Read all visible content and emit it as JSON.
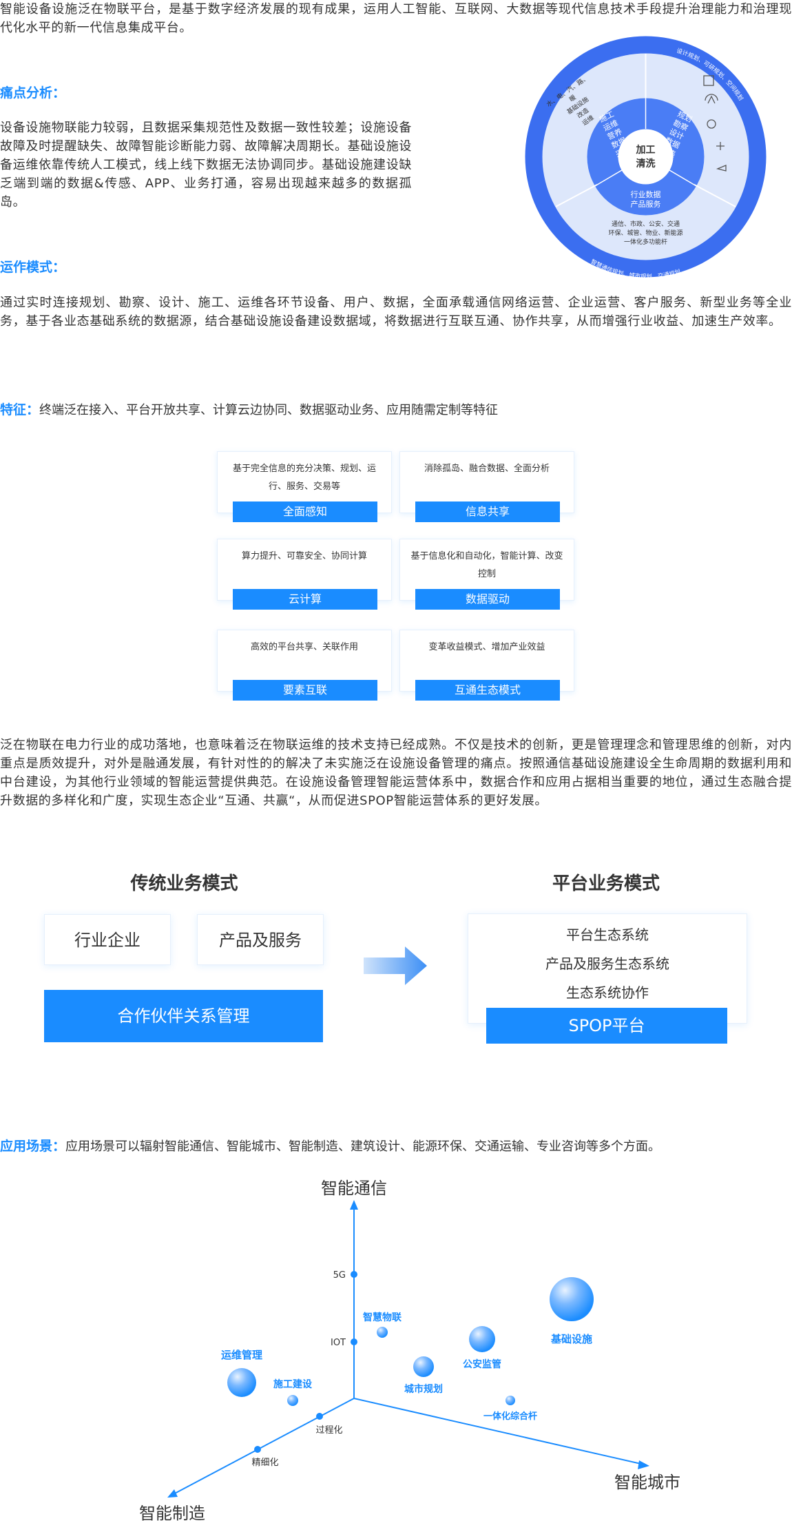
{
  "intro": {
    "text": "智能设备设施泛在物联平台，是基于数字经济发展的现有成果，运用人工智能、互联网、大数据等现代信息技术手段提升治理能力和治理现代化水平的新一代信息集成平台。"
  },
  "pain_points": {
    "heading": "痛点分析：",
    "text": "设备设施物联能力较弱，且数据采集规范性及数据一致性较差；设施设备故障及时提醒缺失、故障智能诊断能力弱、故障解决周期长。基础设施设备运维依靠传统人工模式，线上线下数据无法协调同步。基础设施建设缺乏端到端的数据&传感、APP、业务打通，容易出现越来越多的数据孤岛。"
  },
  "circle": {
    "center": [
      "加工",
      "清洗"
    ],
    "inner_left": [
      "施工",
      "运维",
      "营养",
      "数据",
      "采集"
    ],
    "inner_right": [
      "规划",
      "勘察",
      "设计",
      "数据",
      "采集"
    ],
    "inner_bottom": [
      "行业数据",
      "产品服务"
    ],
    "outer_left_top": [
      "水、电、汽、路、",
      "暖",
      "基础设施",
      "改造",
      "运维"
    ],
    "outer_right_top": [
      "设计规划、可研规划、空间规划"
    ],
    "outer_bottom_lines": [
      "通信、市政、公安、交通",
      "环保、城管、物业、新能源",
      "一体化多功能杆"
    ],
    "outer_ring_bottom": "智慧通信规划、城市规划、交通规划",
    "accent": "#3b6ef0",
    "mid": "#4a7df5",
    "light": "#dde7fb"
  },
  "operation": {
    "heading": "运作模式：",
    "text": "通过实时连接规划、勘察、设计、施工、运维各环节设备、用户、数据，全面承载通信网络运营、企业运营、客户服务、新型业务等全业务，基于各业态基础系统的数据源，结合基础设施设备建设数据域，将数据进行互联互通、协作共享，从而增强行业收益、加速生产效率。"
  },
  "features": {
    "heading": "特征：",
    "text": "终端泛在接入、平台开放共享、计算云边协同、数据驱动业务、应用随需定制等特征",
    "cards": [
      {
        "desc": "基于完全信息的充分决策、规划、运行、服务、交易等",
        "label": "全面感知"
      },
      {
        "desc": "消除孤岛、融合数据、全面分析",
        "label": "信息共享"
      },
      {
        "desc": "算力提升、可靠安全、协同计算",
        "label": "云计算"
      },
      {
        "desc": "基于信息化和自动化，智能计算、改变控制",
        "label": "数据驱动"
      },
      {
        "desc": "高效的平台共享、关联作用",
        "label": "要素互联"
      },
      {
        "desc": "变革收益模式、增加产业效益",
        "label": "互通生态模式"
      }
    ]
  },
  "summary": {
    "text": "泛在物联在电力行业的成功落地，也意味着泛在物联运维的技术支持已经成熟。不仅是技术的创新，更是管理理念和管理思维的创新，对内重点是质效提升，对外是融通发展，有针对性的的解决了未实施泛在设施设备管理的痛点。按照通信基础设施建设全生命周期的数据利用和中台建设，为其他行业领域的智能运营提供典范。在设施设备管理智能运营体系中，数据合作和应用占据相当重要的地位，通过生态融合提升数据的多样化和广度，实现生态企业“互通、共赢“，从而促进SPOP智能运营体系的更好发展。"
  },
  "business_model": {
    "traditional_title": "传统业务模式",
    "traditional_box1": "行业企业",
    "traditional_box2": "产品及服务",
    "traditional_bar": "合作伙伴关系管理",
    "platform_title": "平台业务模式",
    "platform_lines": [
      "平台生态系统",
      "产品及服务生态系统",
      "生态系统协作"
    ],
    "platform_bar": "SPOP平台"
  },
  "scenarios": {
    "heading": "应用场景：",
    "text": "应用场景可以辐射智能通信、智能城市、智能制造、建筑设计、能源环保、交通运输、专业咨询等多个方面。"
  },
  "scatter": {
    "axis_up": "智能通信",
    "axis_right": "智能城市",
    "axis_left": "智能制造",
    "up_ticks": [
      "5G",
      "IOT"
    ],
    "left_ticks": [
      "过程化",
      "精细化"
    ],
    "bubbles": [
      "智慧物联",
      "公安监管",
      "基础设施",
      "运维管理",
      "施工建设",
      "城市规划",
      "一体化综合杆"
    ]
  }
}
